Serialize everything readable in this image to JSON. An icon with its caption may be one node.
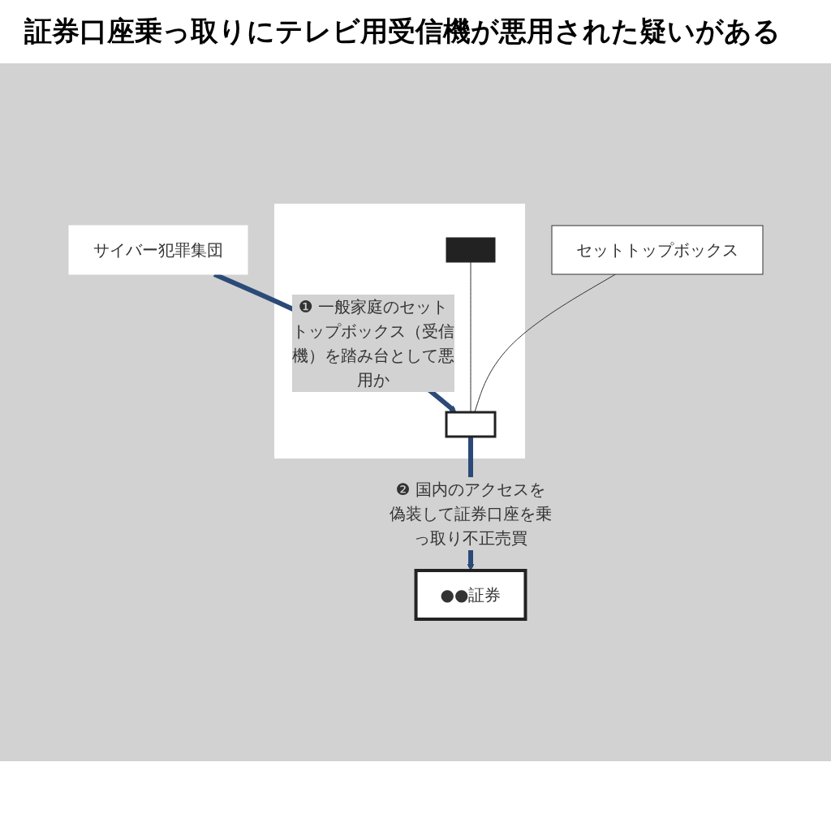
{
  "diagram": {
    "title": "証券口座乗っ取りにテレビ用受信機が悪用された疑いがある",
    "nodes": [
      {
        "text": [
          "サイバー犯罪集団"
        ]
      },
      {
        "text": [],
        "shape": "house"
      },
      {
        "text": [],
        "shape": "picture",
        "in": 1
      },
      {
        "text": [],
        "shape": "picture",
        "in": 1
      },
      {
        "text": [
          "セットトップボックス"
        ]
      },
      {
        "text": [
          "●●証券"
        ]
      }
    ],
    "edges": [
      {
        "from": 0,
        "to": 3,
        "arrow": "to",
        "label": "❶ 一般家庭のセットトップボックス（受信機）を踏み台として悪用か",
        "style": "thick",
        "color": "#2b4a78"
      },
      {
        "from": 2,
        "to": 3,
        "arrow": "none"
      },
      {
        "from": 4,
        "to": 3,
        "arrow": "none"
      },
      {
        "from": 3,
        "to": 5,
        "arrow": "to",
        "label": "❷ 国内のアクセスを偽装して証券口座を乗っ取り不正売買",
        "style": "thick",
        "color": "#2b4a78"
      }
    ]
  }
}
